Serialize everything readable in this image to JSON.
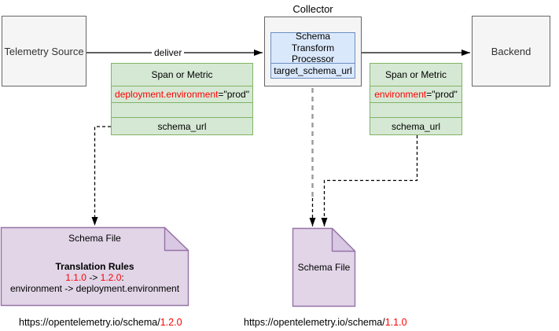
{
  "nodes": {
    "telemetry_source": {
      "label": "Telemetry Source"
    },
    "collector": {
      "label": "Collector"
    },
    "processor": {
      "title": "Schema Transform Processor",
      "field": "target_schema_url"
    },
    "backend": {
      "label": "Backend"
    },
    "span_left": {
      "header": "Span or Metric",
      "attribute_name": "deployment.environment",
      "attribute_value": "=\"prod\"",
      "field": "schema_url"
    },
    "span_right": {
      "header": "Span or Metric",
      "attribute_name": "environment",
      "attribute_value": "=\"prod\"",
      "field": "schema_url"
    },
    "schema_file_left": {
      "title": "Schema File",
      "rules_heading": "Translation Rules",
      "rule_version_from": "1.1.0",
      "rule_arrow": "->",
      "rule_version_to": "1.2.0",
      "rule_colon": ":",
      "rule_mapping": "environment -> deployment.environment"
    },
    "schema_file_middle": {
      "title": "Schema File"
    }
  },
  "edges": {
    "deliver_label": "deliver"
  },
  "urls": {
    "left": {
      "base": "https://opentelemetry.io/schema/",
      "version": "1.2.0"
    },
    "middle": {
      "base": "https://opentelemetry.io/schema/",
      "version": "1.1.0"
    }
  },
  "colors": {
    "highlight_red": "#ff0000",
    "green_fill": "#d5e8d4",
    "green_border": "#82b366",
    "blue_fill": "#dae8fc",
    "blue_border": "#6c8ebf",
    "purple_fill": "#e1d5e7",
    "purple_fold_fill": "#d9c8e3",
    "purple_border": "#9673a6",
    "gray_fill": "#f5f5f5",
    "gray_border": "#666666",
    "gray_edge": "#999999",
    "black_edge": "#000000"
  }
}
